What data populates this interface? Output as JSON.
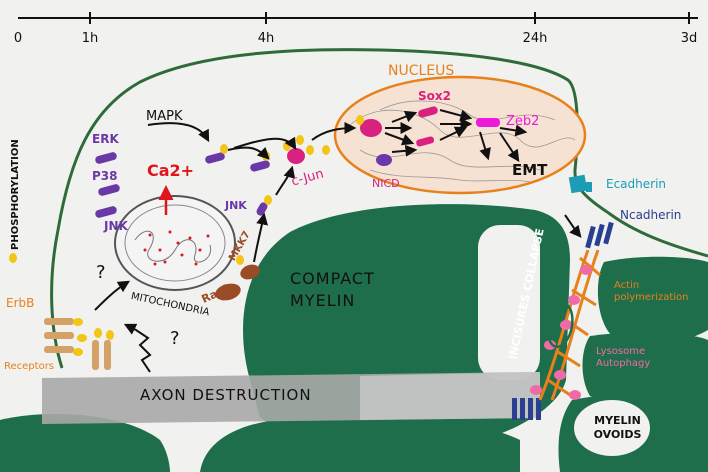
{
  "timeline": {
    "ticks": [
      "0",
      "1h",
      "4h",
      "24h",
      "3d"
    ]
  },
  "legend": {
    "phosphorylation": "PHOSPHORYLATION"
  },
  "receptors": {
    "erbb": "ErbB",
    "receptors": "Receptors"
  },
  "kinases": {
    "erk": "ERK",
    "p38": "P38",
    "jnk_left": "JNK",
    "mapk": "MAPK",
    "jnk_center": "JNK",
    "mkk7": "MKK7",
    "rac1": "Rac1"
  },
  "ions": {
    "calcium": "Ca2+"
  },
  "organelles": {
    "mitochondria": "MITOCHONDRIA",
    "nucleus": "NUCLEUS"
  },
  "transcription": {
    "cjun": "c-Jun",
    "sox2": "Sox2",
    "zeb2": "Zeb2",
    "nicd": "NICD",
    "emt": "EMT"
  },
  "adhesion": {
    "ecadherin": "Ecadherin",
    "ncadherin": "Ncadherin"
  },
  "myelin": {
    "compact": "COMPACT MYELIN",
    "incisures": "INCISURES COLLAPSE",
    "actin": "Actin polymerization",
    "lysosome": "Lysosome Autophagy",
    "ovoids": "MYELIN OVOIDS"
  },
  "axon": {
    "destruction": "AXON DESTRUCTION"
  },
  "unknowns": {
    "q1": "?",
    "q2": "?"
  },
  "colors": {
    "myelin_green": "#1e6e4b",
    "orange": "#e8801c",
    "purple": "#6b38a8",
    "magenta": "#d9217f",
    "red": "#e0141b",
    "yellow": "#f2c516",
    "teal": "#1c9db5",
    "navy": "#2a3f8f",
    "brown": "#9a4c26",
    "tan": "#d4a266"
  }
}
